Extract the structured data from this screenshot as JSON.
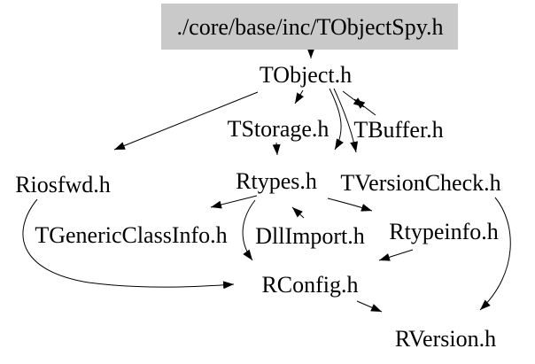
{
  "graph": {
    "type": "include-dependency-graph",
    "background": "#ffffff",
    "highlight_fill": "#c9c9c9",
    "line_color": "#000000",
    "root": {
      "label": "./core/base/inc/TObjectSpy.h"
    },
    "nodes": {
      "tobject": {
        "label": "TObject.h"
      },
      "tstorage": {
        "label": "TStorage.h"
      },
      "tbuffer": {
        "label": "TBuffer.h"
      },
      "riosfwd": {
        "label": "Riosfwd.h"
      },
      "rtypes": {
        "label": "Rtypes.h"
      },
      "tversioncheck": {
        "label": "TVersionCheck.h"
      },
      "tgenericclassinfo": {
        "label": "TGenericClassInfo.h"
      },
      "dllimport": {
        "label": "DllImport.h"
      },
      "rtypeinfo": {
        "label": "Rtypeinfo.h"
      },
      "rconfig": {
        "label": "RConfig.h"
      },
      "rversion": {
        "label": "RVersion.h"
      }
    },
    "edges": [
      {
        "from": "./core/base/inc/TObjectSpy.h",
        "to": "TObject.h"
      },
      {
        "from": "TObject.h",
        "to": "TStorage.h"
      },
      {
        "from": "TObject.h",
        "to": "TBuffer.h"
      },
      {
        "from": "TBuffer.h",
        "to": "TObject.h"
      },
      {
        "from": "TObject.h",
        "to": "Riosfwd.h"
      },
      {
        "from": "TObject.h",
        "to": "Rtypes.h"
      },
      {
        "from": "TObject.h",
        "to": "TVersionCheck.h"
      },
      {
        "from": "TStorage.h",
        "to": "Rtypes.h"
      },
      {
        "from": "Rtypes.h",
        "to": "TGenericClassInfo.h"
      },
      {
        "from": "DllImport.h",
        "to": "Rtypes.h"
      },
      {
        "from": "Rtypes.h",
        "to": "Rtypeinfo.h"
      },
      {
        "from": "Rtypes.h",
        "to": "RConfig.h"
      },
      {
        "from": "Riosfwd.h",
        "to": "RConfig.h"
      },
      {
        "from": "Rtypeinfo.h",
        "to": "RConfig.h"
      },
      {
        "from": "RConfig.h",
        "to": "RVersion.h"
      },
      {
        "from": "TVersionCheck.h",
        "to": "RVersion.h"
      }
    ]
  }
}
